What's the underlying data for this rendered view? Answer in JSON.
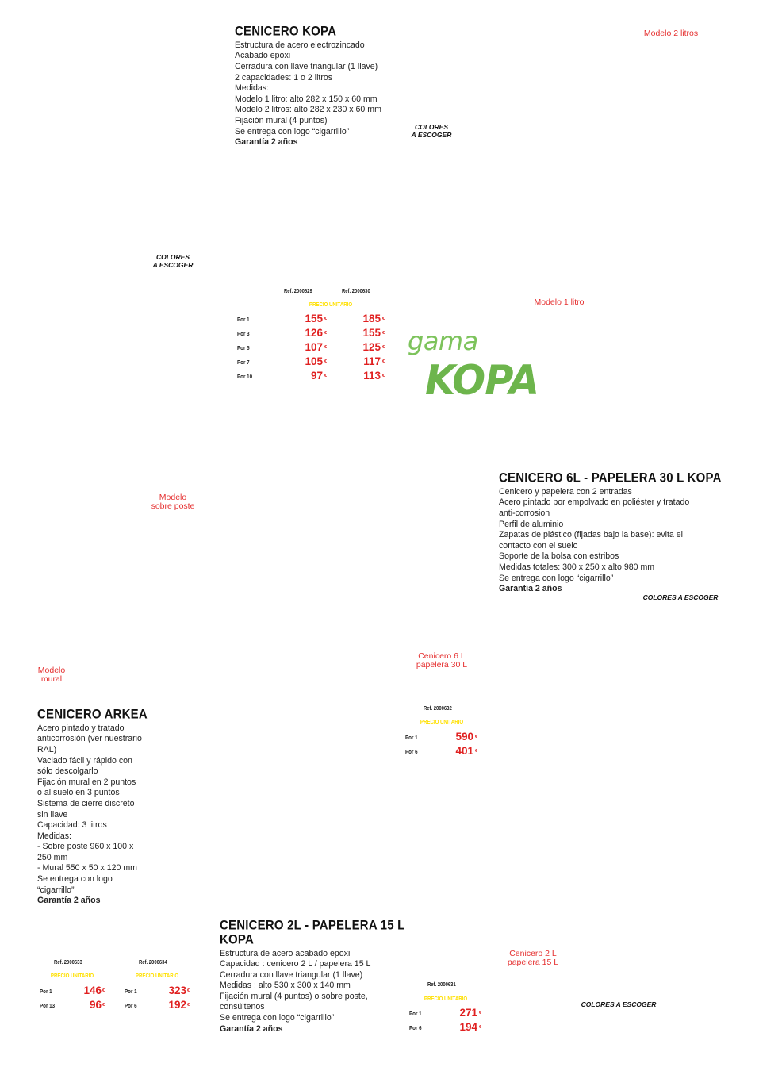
{
  "kopa": {
    "title": "CENICERO KOPA",
    "lines": [
      "Estructura de acero electrozincado",
      "Acabado epoxi",
      "Cerradura con llave triangular (1 llave)",
      "2 capacidades: 1 o 2 litros",
      "Medidas:",
      "Modelo 1 litro: alto 282 x 150 x 60 mm",
      "Modelo 2 litros: alto 282 x 230 x 60 mm",
      "Fijación mural (4 puntos)",
      "Se entrega con logo “cigarrillo”"
    ],
    "warranty": "Garantía 2 años",
    "colores_a": "COLORES",
    "colores_b": "A ESCOGER",
    "label_2l": "Modelo 2 litros",
    "label_1l": "Modelo 1 litro",
    "refs": [
      "Ref. 2000629",
      "Ref. 2000630"
    ],
    "precio_unitario": "PRECIO UNITARIO",
    "rows": [
      {
        "label": "Por 1",
        "p1": "155",
        "p2": "185"
      },
      {
        "label": "Por 3",
        "p1": "126",
        "p2": "155"
      },
      {
        "label": "Por 5",
        "p1": "107",
        "p2": "125"
      },
      {
        "label": "Por 7",
        "p1": "105",
        "p2": "117"
      },
      {
        "label": "Por 10",
        "p1": "97",
        "p2": "113"
      }
    ]
  },
  "left_colores": {
    "a": "COLORES",
    "b": "A ESCOGER"
  },
  "currency": "€",
  "brand": {
    "gama": "gama",
    "kopa": "KOPA",
    "color": "#6db54c"
  },
  "accent_red": "#e02020",
  "accent_yellow": "#ffe000",
  "modelo_sobre_poste": {
    "a": "Modelo",
    "b": "sobre poste"
  },
  "modelo_mural": {
    "a": "Modelo",
    "b": "mural"
  },
  "papelera30": {
    "title": "CENICERO 6L - PAPELERA 30 L KOPA",
    "lines": [
      "Cenicero y papelera con 2 entradas",
      "Acero pintado por empolvado en poliéster y tratado",
      "anti-corrosion",
      "Perfil de aluminio",
      "Zapatas de plástico (fijadas bajo la base): evita el",
      "contacto con el suelo",
      "Soporte de la bolsa con estribos",
      "Medidas totales: 300 x 250 x alto 980 mm",
      "Se entrega con logo “cigarrillo”"
    ],
    "warranty": "Garantía 2 años",
    "colores": "COLORES A ESCOGER",
    "label_a": "Cenicero 6 L",
    "label_b": "papelera 30 L",
    "ref": "Ref. 2000632",
    "precio_unitario": "PRECIO UNITARIO",
    "rows": [
      {
        "label": "Por 1",
        "price": "590"
      },
      {
        "label": "Por 6",
        "price": "401"
      }
    ]
  },
  "arkea": {
    "title": "CENICERO ARKEA",
    "lines": [
      "Acero pintado y tratado",
      "anticorrosión (ver nuestrario",
      "RAL)",
      "Vaciado fácil y rápido con",
      "sólo descolgarlo",
      "Fijación mural en 2 puntos",
      "o al suelo en 3 puntos",
      "Sistema de cierre discreto",
      "sin llave",
      "Capacidad: 3 litros",
      "Medidas:",
      "- Sobre poste 960 x 100 x",
      "250 mm",
      "- Mural 550 x 50 x 120 mm",
      "Se entrega con logo",
      "“cigarrillo”"
    ],
    "warranty": "Garantía 2 años",
    "tables": [
      {
        "ref": "Ref. 2000633",
        "precio_unitario": "PRECIO UNITARIO",
        "rows": [
          {
            "label": "Por 1",
            "price": "146"
          },
          {
            "label": "Por 13",
            "price": "96"
          }
        ]
      },
      {
        "ref": "Ref. 2000634",
        "precio_unitario": "PRECIO UNITARIO",
        "rows": [
          {
            "label": "Por 1",
            "price": "323"
          },
          {
            "label": "Por 6",
            "price": "192"
          }
        ]
      }
    ]
  },
  "papelera15": {
    "title_a": "CENICERO 2L - PAPELERA 15 L",
    "title_b": "KOPA",
    "lines": [
      "Estructura de acero acabado epoxi",
      "Capacidad : cenicero 2 L / papelera 15 L",
      "Cerradura con llave triangular (1 llave)",
      "Medidas : alto 530 x 300 x 140 mm",
      "Fijación mural (4 puntos) o sobre poste,",
      "consúltenos",
      "Se entrega con logo “cigarrillo”"
    ],
    "warranty": "Garantía 2 años",
    "label_a": "Cenicero 2 L",
    "label_b": "papelera 15 L",
    "colores": "COLORES A ESCOGER",
    "ref": "Ref. 2000631",
    "precio_unitario": "PRECIO UNITARIO",
    "rows": [
      {
        "label": "Por 1",
        "price": "271"
      },
      {
        "label": "Por 6",
        "price": "194"
      }
    ]
  }
}
